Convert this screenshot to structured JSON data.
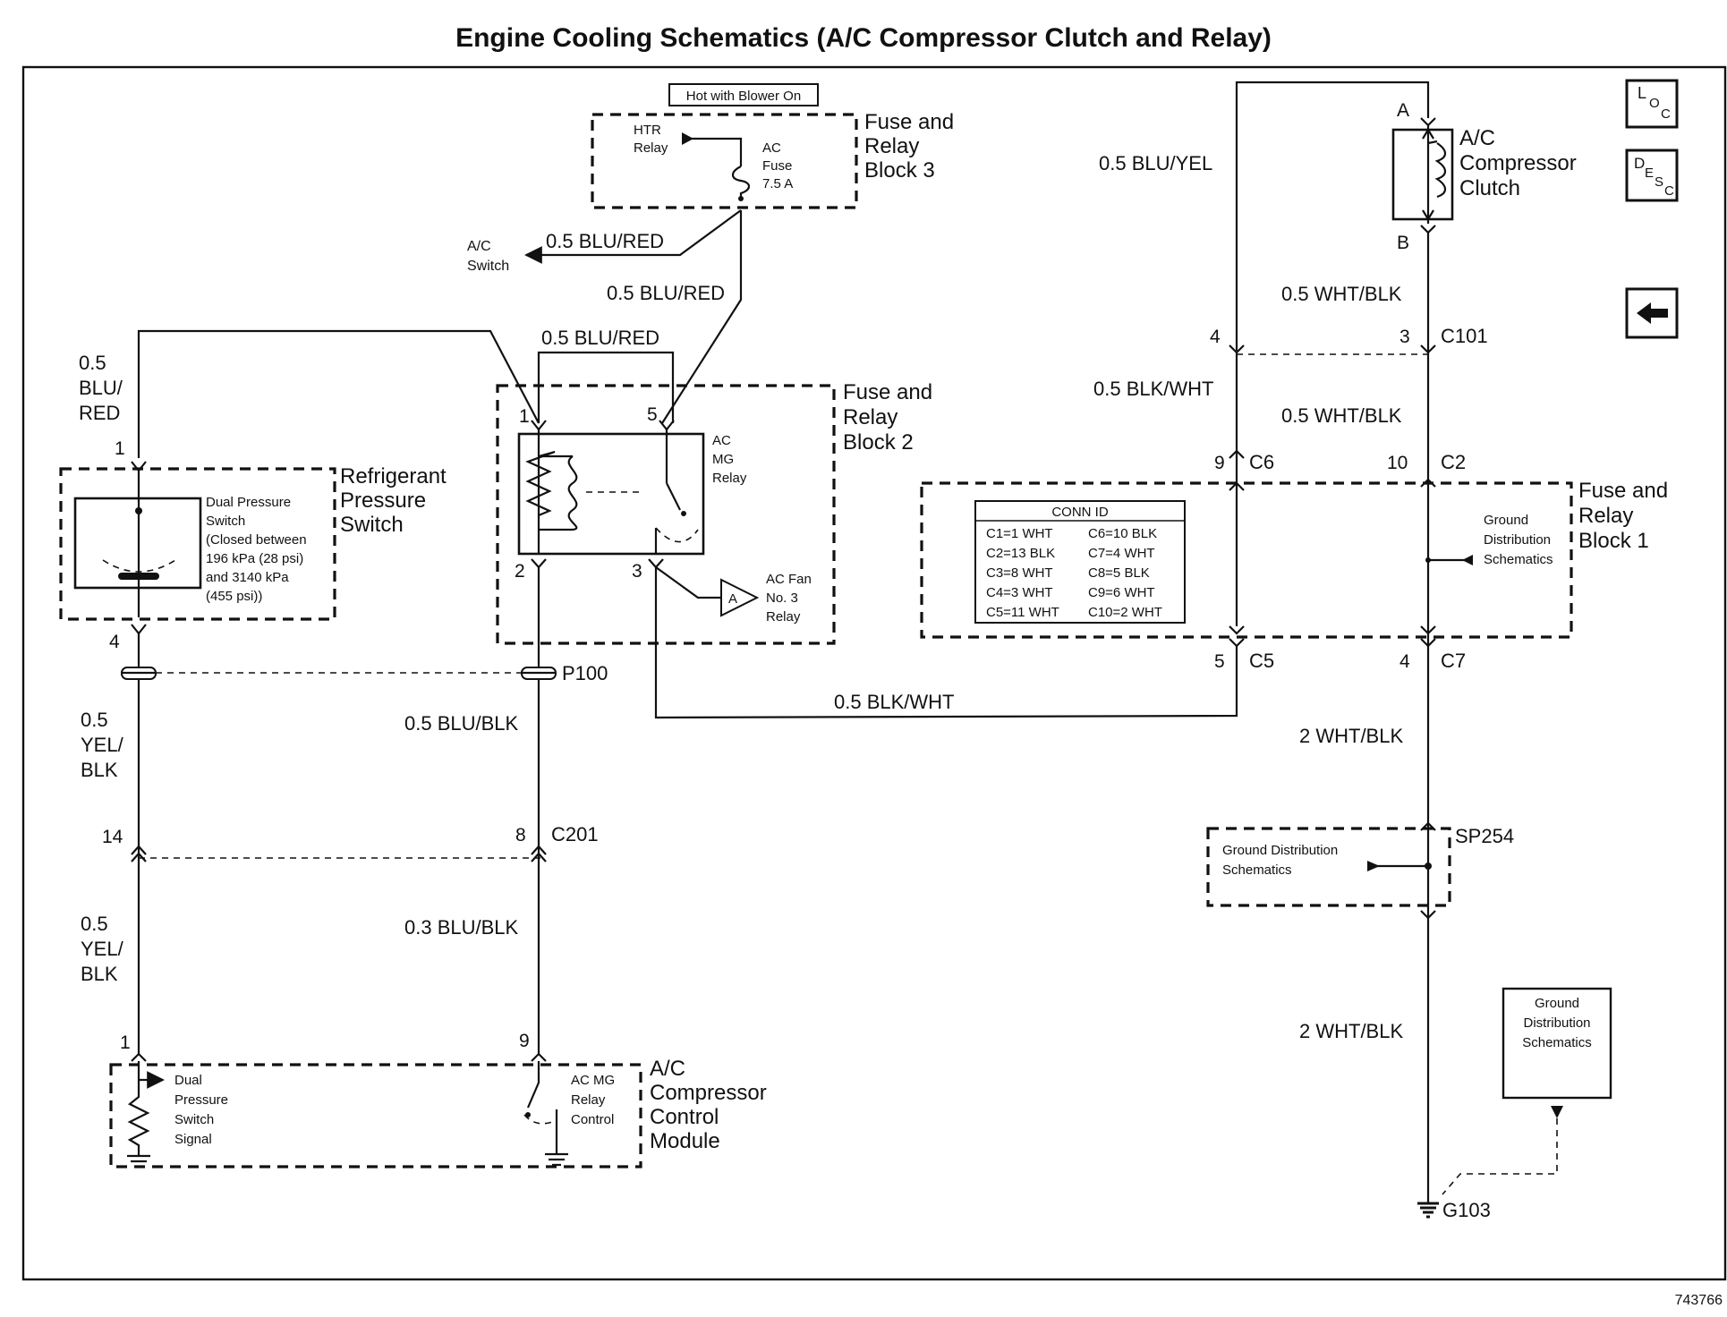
{
  "title": "Engine Cooling Schematics (A/C Compressor Clutch and Relay)",
  "figure_number": "743766",
  "nav": {
    "loc_icon": "LOC",
    "desc_icon": "DESC",
    "back_icon": "back-arrow"
  },
  "top_box": "Hot with Blower On",
  "fuse_block_3": {
    "label_lines": [
      "Fuse and",
      "Relay",
      "Block 3"
    ],
    "htr_relay": [
      "HTR",
      "Relay"
    ],
    "ac_fuse": [
      "AC",
      "Fuse",
      "7.5 A"
    ]
  },
  "ac_switch": [
    "A/C",
    "Switch"
  ],
  "wires": {
    "blu_red_to_switch": "0.5 BLU/RED",
    "blu_red_vertical": "0.5 BLU/RED",
    "blu_red_loop": "0.5 BLU/RED",
    "blu_red_left": [
      "0.5",
      "BLU/",
      "RED"
    ],
    "yel_blk_upper": [
      "0.5",
      "YEL/",
      "BLK"
    ],
    "yel_blk_lower": [
      "0.5",
      "YEL/",
      "BLK"
    ],
    "blu_blk_upper": "0.5 BLU/BLK",
    "blu_blk_lower": "0.3 BLU/BLK",
    "blk_wht_bottom": "0.5 BLK/WHT",
    "blu_yel": "0.5 BLU/YEL",
    "wht_blk_1": "0.5 WHT/BLK",
    "wht_blk_2": "0.5 WHT/BLK",
    "blk_wht_right": "0.5 BLK/WHT",
    "wht_blk_3": "2 WHT/BLK",
    "wht_blk_4": "2 WHT/BLK"
  },
  "refrigerant_switch": {
    "label_lines": [
      "Refrigerant",
      "Pressure",
      "Switch"
    ],
    "desc": [
      "Dual  Pressure",
      "Switch",
      "(Closed between",
      "196 kPa (28 psi)",
      "and 3140 kPa",
      "(455 psi))"
    ]
  },
  "fuse_block_2": {
    "label_lines": [
      "Fuse and",
      "Relay",
      "Block 2"
    ],
    "relay": [
      "AC",
      "MG",
      "Relay"
    ],
    "fan_relay": [
      "AC Fan",
      "No. 3",
      "Relay"
    ],
    "fan_ref": "A"
  },
  "fuse_block_1": {
    "label_lines": [
      "Fuse and",
      "Relay",
      "Block 1"
    ],
    "ground_ref": [
      "Ground",
      "Distribution",
      "Schematics"
    ],
    "conn_title": "CONN ID",
    "conn_ids": [
      [
        "C1=1 WHT",
        "C6=10 BLK"
      ],
      [
        "C2=13 BLK",
        "C7=4 WHT"
      ],
      [
        "C3=8 WHT",
        "C8=5 BLK"
      ],
      [
        "C4=3 WHT",
        "C9=6 WHT"
      ],
      [
        "C5=11 WHT",
        "C10=2 WHT"
      ]
    ]
  },
  "compressor_clutch": [
    "A/C",
    "Compressor",
    "Clutch"
  ],
  "compressor_module": {
    "label_lines": [
      "A/C",
      "Compressor",
      "Control",
      "Module"
    ],
    "signal": [
      "Dual",
      "Pressure",
      "Switch",
      "Signal"
    ],
    "relay_control": [
      "AC MG",
      "Relay",
      "Control"
    ]
  },
  "sp254_ground": [
    "Ground Distribution",
    "Schematics"
  ],
  "ground_box": [
    "Ground",
    "Distribution",
    "Schematics"
  ],
  "pins": {
    "A": "A",
    "B": "B",
    "rps1": "1",
    "rps4": "4",
    "r1": "1",
    "r5": "5",
    "r2": "2",
    "r3": "3",
    "c101_4": "4",
    "c101_3": "3",
    "c6": "9",
    "c2": "10",
    "c5": "5",
    "c7": "4",
    "c201_14": "14",
    "c201_8": "8",
    "m1": "1",
    "m9": "9"
  },
  "connectors": {
    "p100": "P100",
    "c201": "C201",
    "c101": "C101",
    "c6": "C6",
    "c2": "C2",
    "c5": "C5",
    "c7": "C7",
    "sp254": "SP254",
    "g103": "G103"
  }
}
